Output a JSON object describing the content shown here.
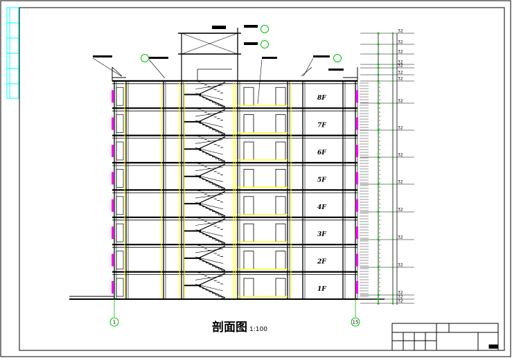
{
  "drawing": {
    "title": "剖面图",
    "scale": "1:100",
    "axis_labels": [
      "1",
      "15"
    ],
    "floor_labels": [
      "1F",
      "2F",
      "3F",
      "4F",
      "5F",
      "6F",
      "7F",
      "8F"
    ],
    "elevation_label": "32"
  },
  "colors": {
    "background": "#ffffff",
    "line": "#000000",
    "yellow": "#ffff00",
    "magenta": "#ff00ff",
    "cyan": "#00ffff",
    "green": "#00c000"
  }
}
